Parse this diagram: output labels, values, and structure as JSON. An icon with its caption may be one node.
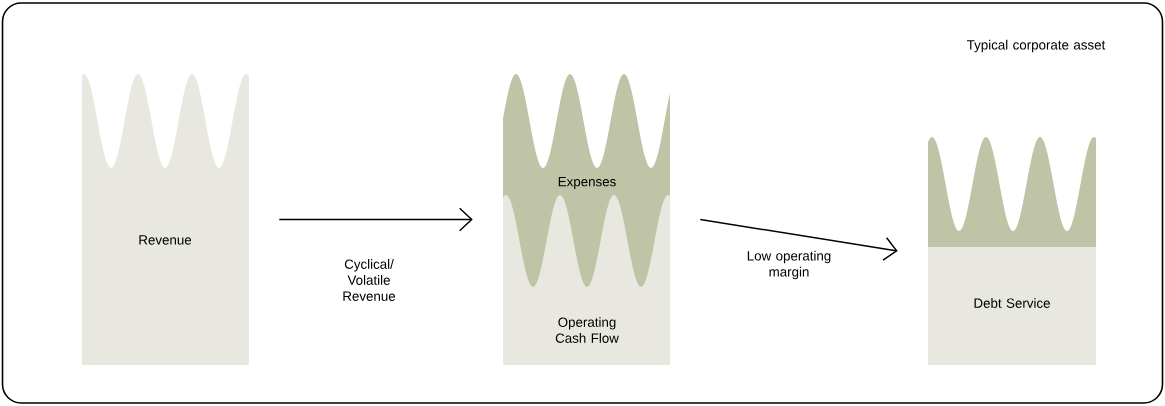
{
  "diagram": {
    "nodes": [
      {
        "text": [
          "Typical corporate asset"
        ]
      },
      {
        "text": [
          "Revenue"
        ],
        "in": 0
      },
      {
        "text": [
          "Expenses",
          "Operating Cash Flow"
        ],
        "in": 0
      },
      {
        "text": [
          "Debt Service"
        ],
        "in": 0
      }
    ],
    "edges": [
      {
        "from": 1,
        "to": 2,
        "arrow": "to",
        "label": "Cyclical/ Volatile Revenue"
      },
      {
        "from": 2,
        "to": 3,
        "arrow": "to",
        "label": "Low operating margin"
      }
    ]
  }
}
